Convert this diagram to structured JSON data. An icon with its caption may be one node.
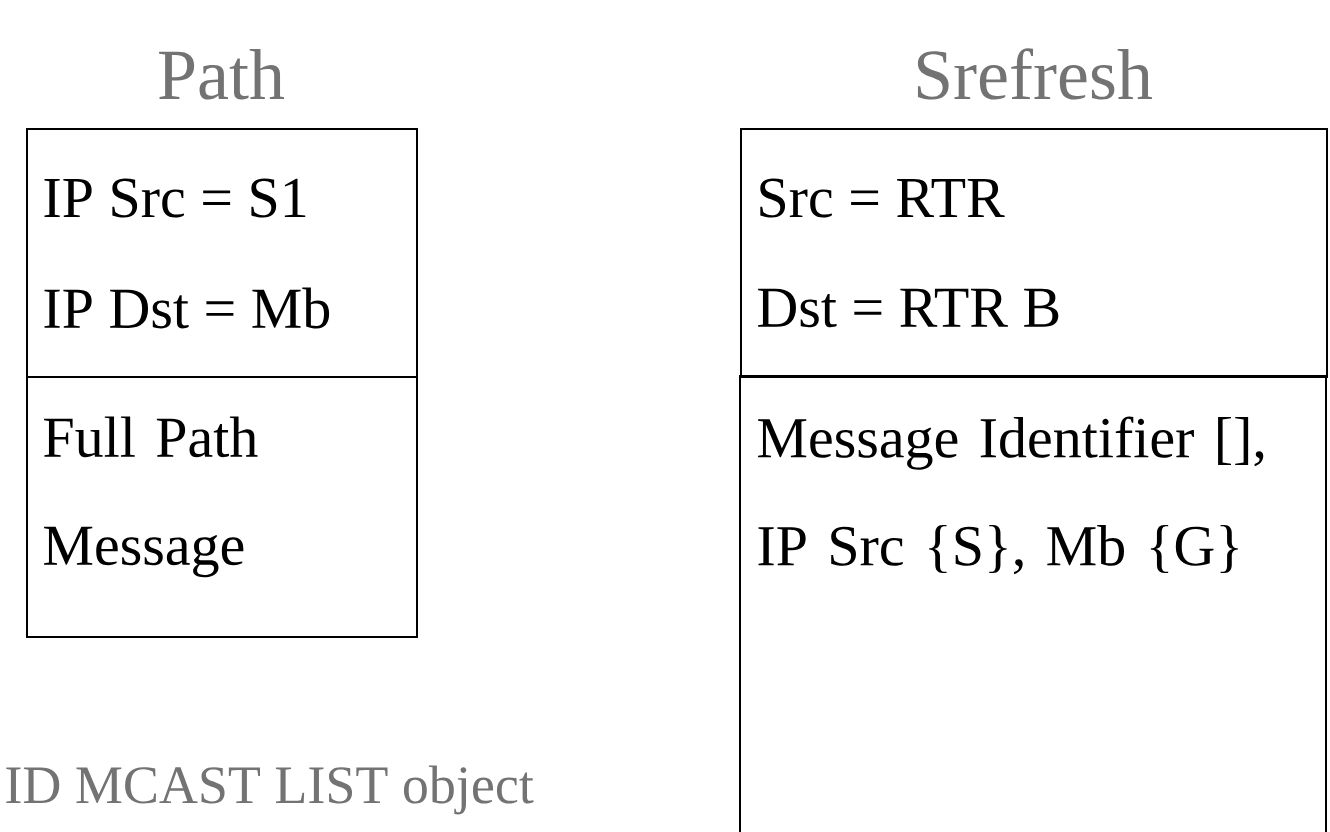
{
  "diagram": {
    "nodes": [
      {
        "text": [
          "Path",
          "IP Src = S1",
          "IP Dst = Mb"
        ]
      },
      {
        "text": [
          "Full Path Message"
        ]
      },
      {
        "text": [
          "Srefresh",
          "Src = RTR",
          "Dst = RTR B"
        ]
      },
      {
        "text": [
          "Message Identifier [], IP Src {S}, Mb {G}"
        ]
      }
    ],
    "labels": [
      "ID MCAST LIST object"
    ]
  }
}
